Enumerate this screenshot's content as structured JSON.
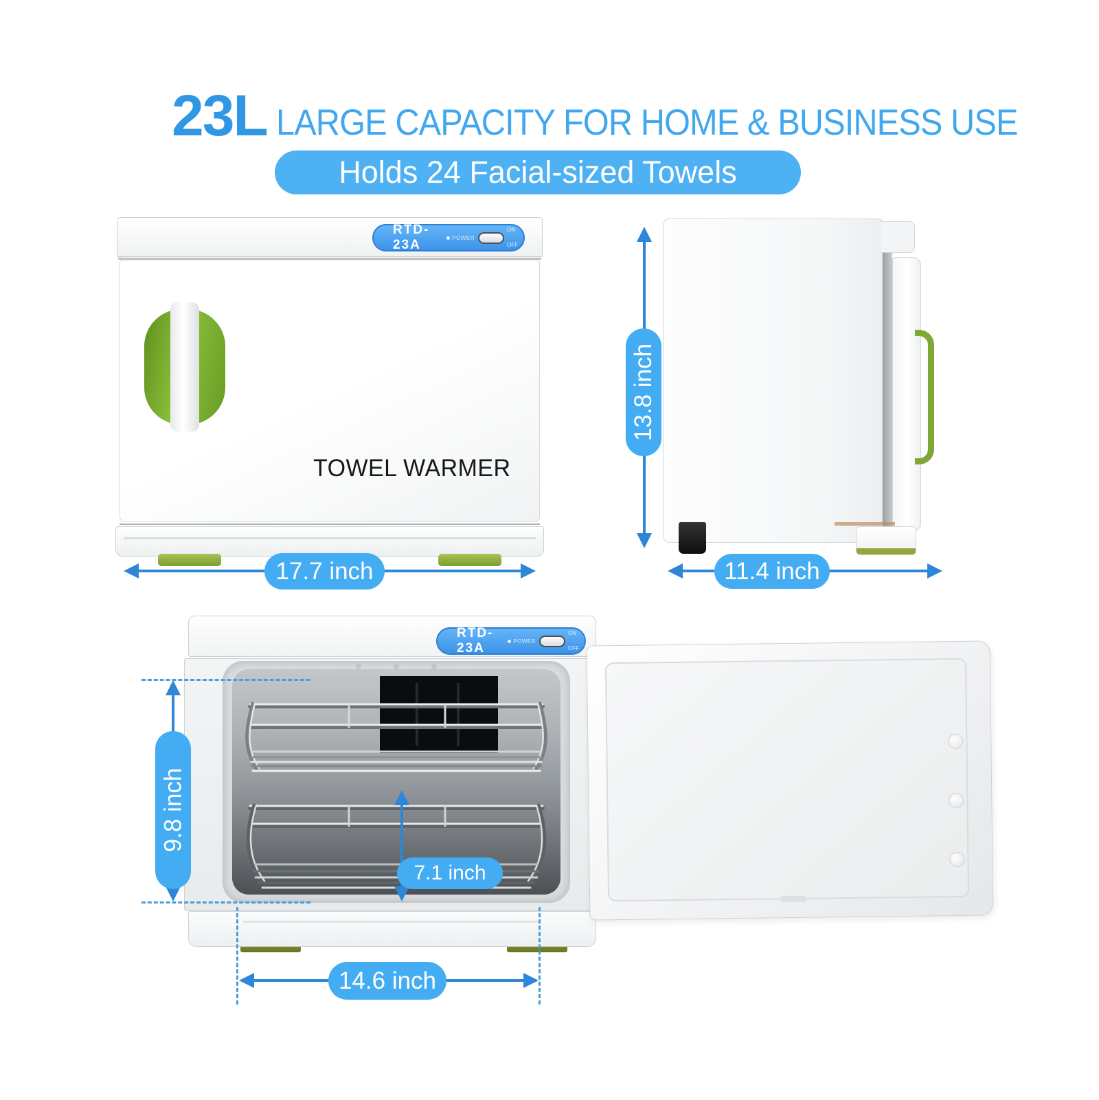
{
  "header": {
    "capacity": "23L",
    "title": "LARGE CAPACITY FOR HOME & BUSINESS USE",
    "subtitle": "Holds 24 Facial-sized Towels"
  },
  "product": {
    "model": "RTD-23A",
    "front_label": "TOWEL WARMER",
    "power_label": "POWER",
    "on_label": "ON",
    "off_label": "OFF"
  },
  "dimensions": {
    "front_width": "17.7 inch",
    "height": "13.8 inch",
    "depth": "11.4 inch",
    "interior_height": "9.8 inch",
    "interior_depth": "7.1 inch",
    "interior_width": "14.6 inch"
  },
  "colors": {
    "accent_blue": "#3fa5ee",
    "pill_blue": "#44acf2",
    "arrow_blue": "#2e86d8",
    "dash_blue": "#4a9bd8",
    "handle_green": "#7fa736",
    "foot_green": "#7b9c2e"
  }
}
